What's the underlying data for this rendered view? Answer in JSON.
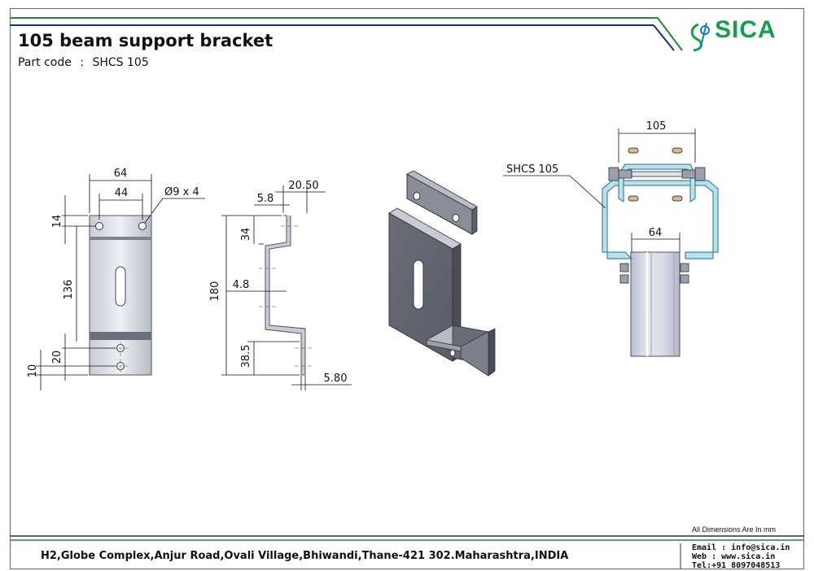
{
  "header": {
    "title": "105 beam support bracket",
    "part_code_label": "Part code",
    "part_code_sep": ":",
    "part_code_value": "SHCS 105",
    "logo_text": "SICA",
    "logo_color": "#12a14b",
    "rule_color_blue": "#1a2a8a",
    "rule_color_green": "#1f8a3a"
  },
  "front_view": {
    "dims": {
      "overall_width": "64",
      "hole_spacing": "44",
      "hole_callout": "Ø9 x 4",
      "top_offset": "14",
      "slot_height": "136",
      "lower_hole_spacing": "20",
      "bottom_offset": "10"
    }
  },
  "side_view": {
    "dims": {
      "flange_depth": "20.50",
      "top_lip": "5.8",
      "overall_height": "180",
      "top_step": "34",
      "thickness": "4.8",
      "bottom_step": "38.5",
      "bottom_thickness": "5.80"
    }
  },
  "assembly": {
    "dims": {
      "beam_width": "105",
      "bracket_width": "64"
    },
    "callout": "SHCS 105"
  },
  "footer": {
    "dims_note": "All Dimensions Are In mm",
    "address": "H2,Globe Complex,Anjur Road,Ovali Village,Bhiwandi,Thane-421 302.Maharashtra,INDIA",
    "email": "Email : info@sica.in",
    "web": "Web   : www.sica.in",
    "tel": "Tel:+91 8097048513"
  }
}
